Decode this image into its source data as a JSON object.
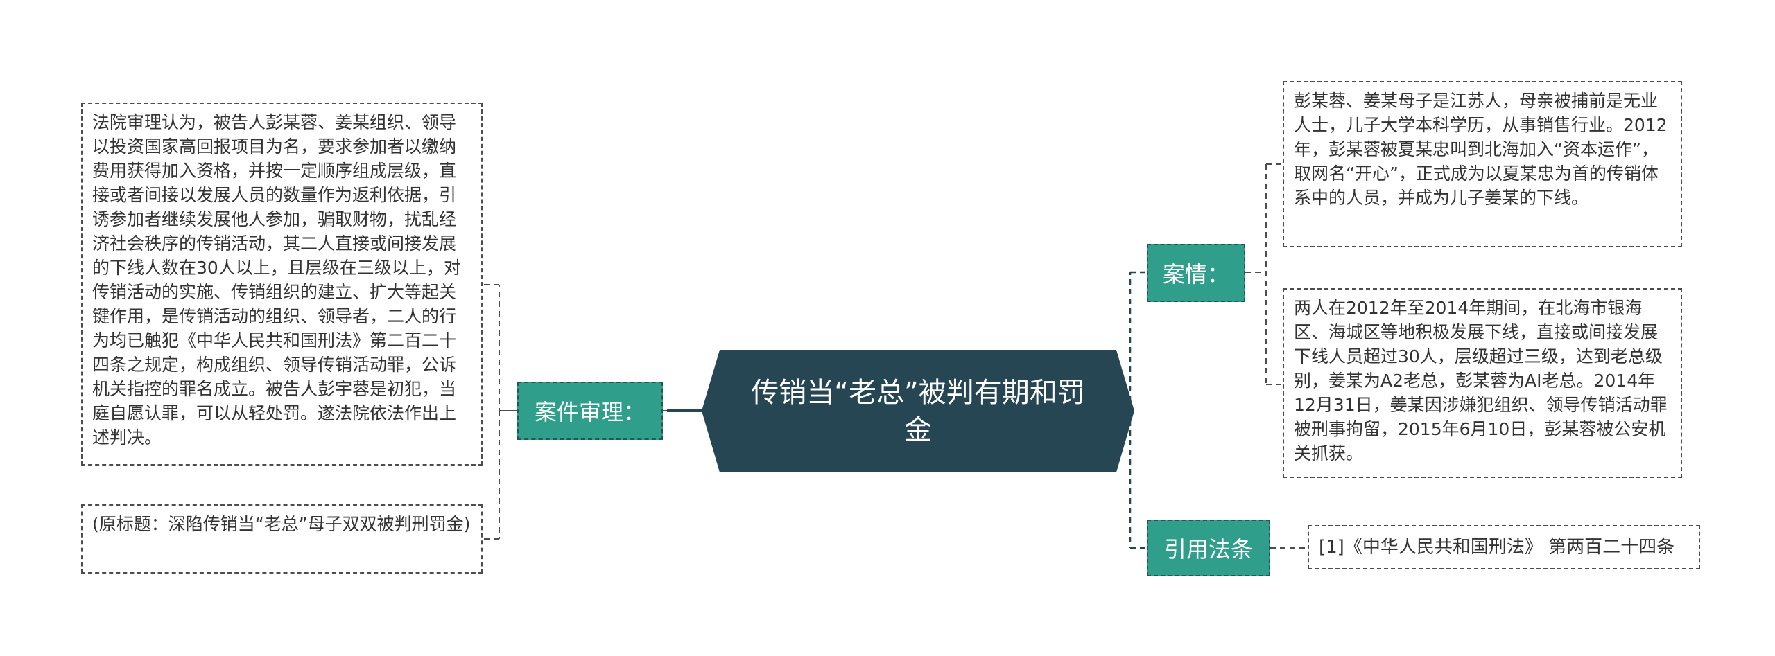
{
  "central_topic": "传销当“老总”被判有期和罚金",
  "left_branch": {
    "label": "案件审理：",
    "notes": [
      "法院审理认为，被告人彭某蓉、姜某组织、领导以投资国家高回报项目为名，要求参加者以缴纳费用获得加入资格，并按一定顺序组成层级，直接或者间接以发展人员的数量作为返利依据，引诱参加者继续发展他人参加，骗取财物，扰乱经济社会秩序的传销活动，其二人直接或间接发展的下线人数在30人以上，且层级在三级以上，对传销活动的实施、传销组织的建立、扩大等起关键作用，是传销活动的组织、领导者，二人的行为均已触犯《中华人民共和国刑法》第二百二十四条之规定，构成组织、领导传销活动罪，公诉机关指控的罪名成立。被告人彭宇蓉是初犯，当庭自愿认罪，可以从轻处罚。遂法院依法作出上述判决。",
      "(原标题：深陷传销当“老总”母子双双被判刑罚金)"
    ]
  },
  "right_branches": [
    {
      "label": "案情：",
      "notes": [
        "彭某蓉、姜某母子是江苏人，母亲被捕前是无业人士，儿子大学本科学历，从事销售行业。2012年，彭某蓉被夏某忠叫到北海加入“资本运作”，取网名“开心”，正式成为以夏某忠为首的传销体系中的人员，并成为儿子姜某的下线。",
        "两人在2012年至2014年期间，在北海市银海区、海城区等地积极发展下线，直接或间接发展下线人员超过30人，层级超过三级，达到老总级别，姜某为A2老总，彭某蓉为AI老总。2014年12月31日，姜某因涉嫌犯组织、领导传销活动罪被刑事拘留，2015年6月10日，彭某蓉被公安机关抓获。"
      ]
    },
    {
      "label": "引用法条",
      "notes": [
        "[1]《中华人民共和国刑法》 第两百二十四条"
      ]
    }
  ],
  "colors": {
    "central_fill": "#264653",
    "branch_fill": "#2f9f8c",
    "connector": "#264653"
  }
}
